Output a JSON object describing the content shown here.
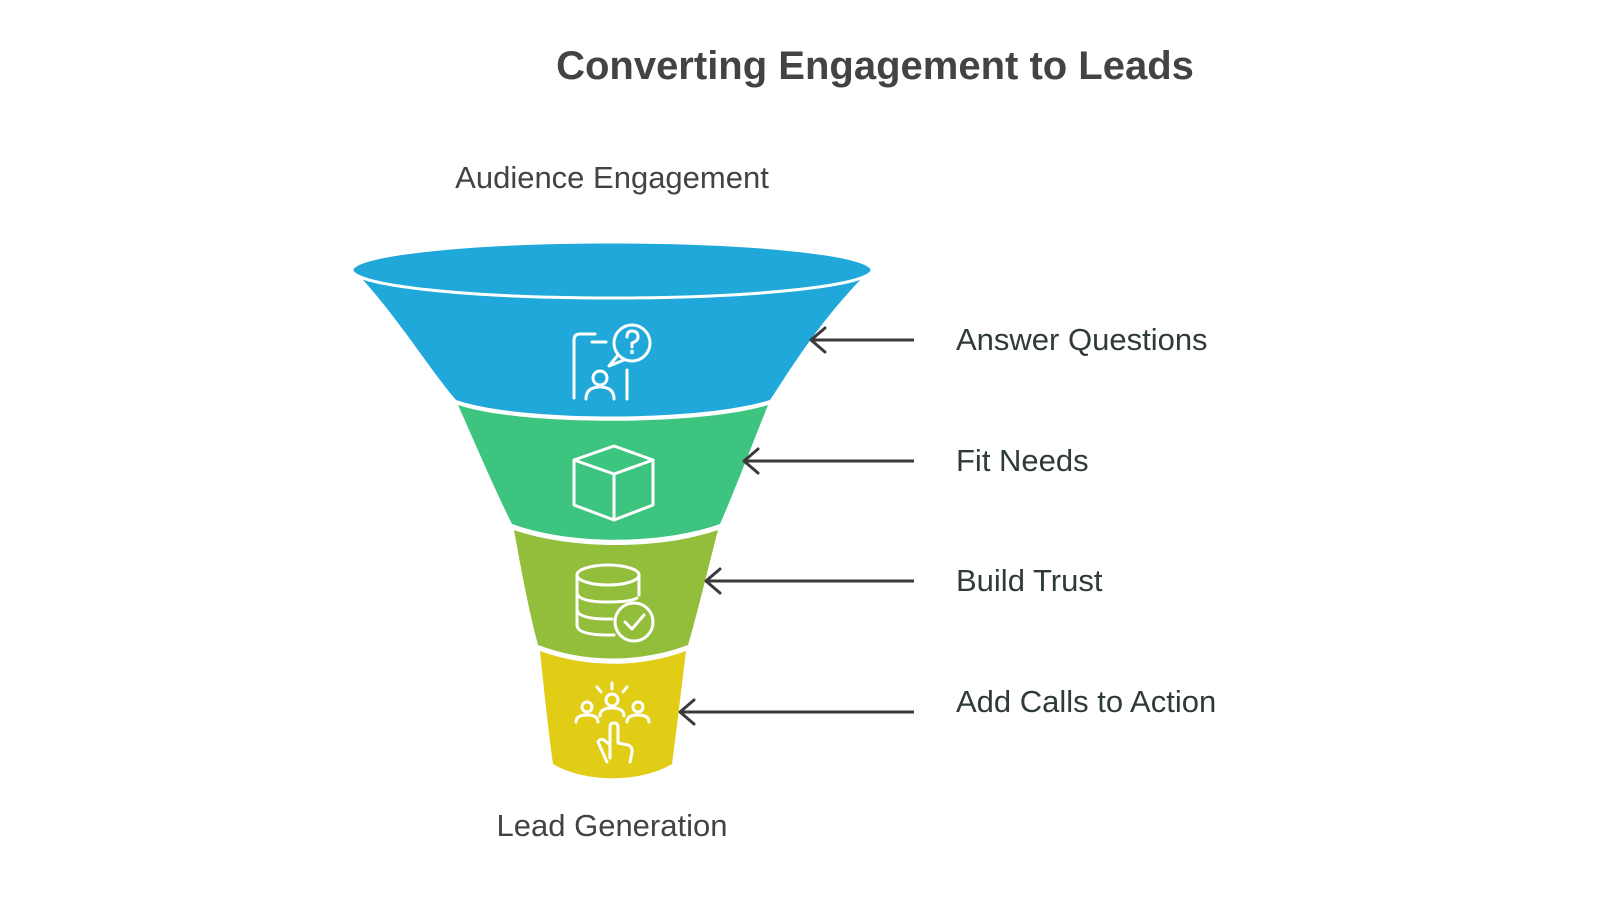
{
  "title": "Converting Engagement to Leads",
  "top_label": "Audience Engagement",
  "bottom_label": "Lead Generation",
  "stages": [
    {
      "label": "Answer Questions",
      "color": "#20A8DA",
      "icon": "phone-question-icon"
    },
    {
      "label": "Fit Needs",
      "color": "#3DC47E",
      "icon": "cube-icon"
    },
    {
      "label": "Build Trust",
      "color": "#92BE3B",
      "icon": "database-check-icon"
    },
    {
      "label": "Add Calls to Action",
      "color": "#E1CC16",
      "icon": "people-click-icon"
    }
  ],
  "arrow_color": "#3a3a3a"
}
